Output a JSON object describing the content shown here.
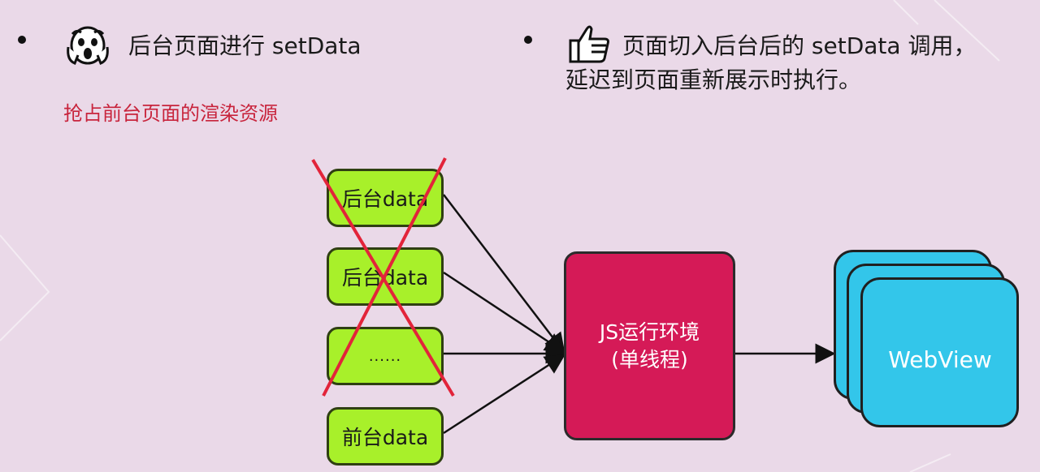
{
  "left_section": {
    "heading": "后台页面进行 setData",
    "icon": "scream-face-icon",
    "note": "抢占前台页面的渲染资源"
  },
  "right_section": {
    "heading_line1": "页面切入后台后的 setData 调用，",
    "heading_line2": "延迟到页面重新展示时执行。",
    "icon": "thumbs-up-icon"
  },
  "diagram": {
    "data_boxes": [
      {
        "label": "后台data",
        "crossed": true
      },
      {
        "label": "后台data",
        "crossed": true
      },
      {
        "label": "......",
        "crossed": true
      },
      {
        "label": "前台data",
        "crossed": false
      }
    ],
    "js_runtime": {
      "line1": "JS运行环境",
      "line2": "(单线程)"
    },
    "webview": {
      "label": "WebView"
    }
  },
  "colors": {
    "background": "#ead9e8",
    "data_box": "#a8f02a",
    "js_box": "#d51a57",
    "webview": "#33c6ea",
    "cross": "#e2243a",
    "note_text": "#c8243c"
  }
}
